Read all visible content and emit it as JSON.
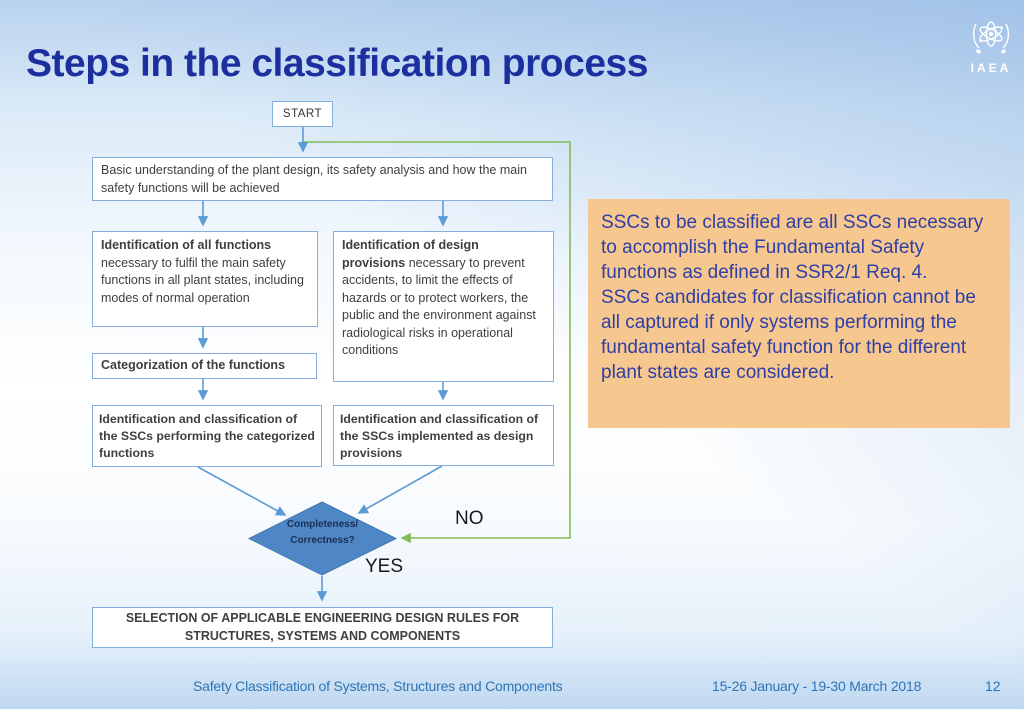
{
  "title": "Steps in the classification process",
  "logo": {
    "label": "IAEA"
  },
  "flowchart": {
    "start": "START",
    "box_basic": "Basic understanding of the plant design, its safety analysis and how the main safety functions will be achieved",
    "box_functions": {
      "bold": "Identification of all functions",
      "rest": " necessary to fulfil the main safety functions in all plant states, including modes of normal operation"
    },
    "box_provisions": {
      "bold": "Identification of design provisions",
      "rest": " necessary to prevent accidents, to limit the effects of hazards or to protect workers, the public and the environment against radiological risks in operational conditions"
    },
    "box_categorization": "Categorization of the functions",
    "box_ssc_functions": "Identification and classification of the SSCs performing the categorized functions",
    "box_ssc_provisions": "Identification and classification of the SSCs implemented as design provisions",
    "decision": {
      "line1": "Completeness/",
      "line2": "Correctness?"
    },
    "label_no": "NO",
    "label_yes": "YES",
    "box_selection": "SELECTION OF APPLICABLE ENGINEERING DESIGN RULES FOR STRUCTURES, SYSTEMS AND COMPONENTS"
  },
  "callout": {
    "paragraph1": "SSCs to be classified are all SSCs necessary to accomplish the Fundamental Safety functions as defined in SSR2/1 Req. 4.",
    "paragraph2": "SSCs candidates for classification cannot be all captured if only systems performing the fundamental safety function for the different plant states are considered."
  },
  "footer": {
    "left": "Safety Classification of Systems, Structures and Components",
    "date": "15-26 January - 19-30 March 2018",
    "page": "12"
  },
  "colors": {
    "title_blue": "#1C2F9E",
    "footer_blue": "#2E74B5",
    "arrow_blue": "#5B9BD5",
    "loop_green": "#82BB57",
    "diamond_fill": "#4E86C6",
    "box_border": "#85AEDC",
    "callout_background": "#F6C78F",
    "callout_text": "#2F3FA6",
    "box_text": "#3F3F3F"
  }
}
